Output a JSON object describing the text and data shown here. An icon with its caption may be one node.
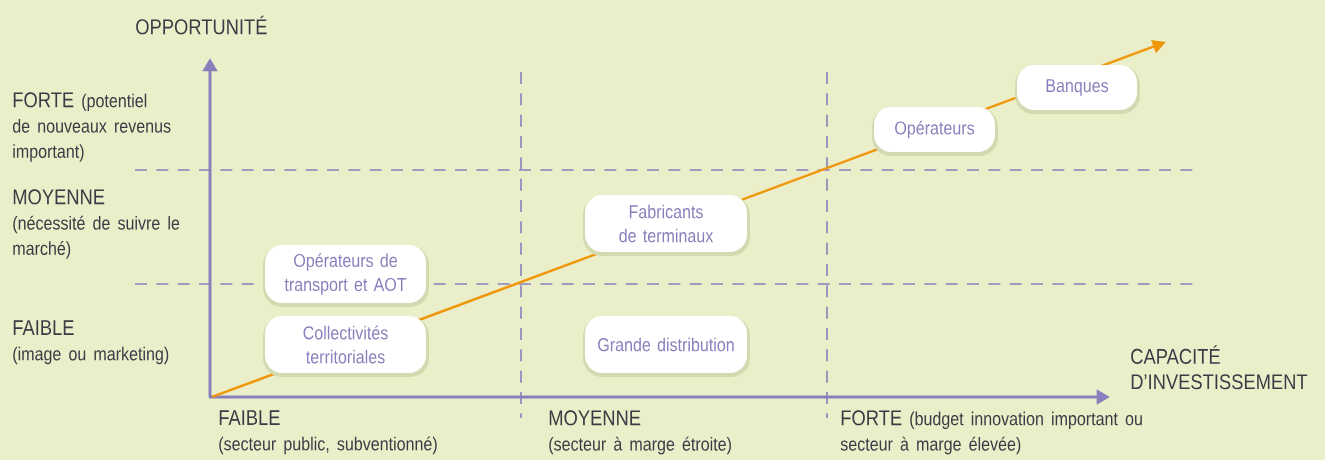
{
  "diagram": {
    "nodes": [
      {
        "text": [
          "Opérateurs de transport et AOT"
        ]
      },
      {
        "text": [
          "Collectivités territoriales"
        ]
      },
      {
        "text": [
          "Fabricants de terminaux"
        ]
      },
      {
        "text": [
          "Grande distribution"
        ]
      },
      {
        "text": [
          "Opérateurs"
        ]
      },
      {
        "text": [
          "Banques"
        ]
      }
    ],
    "labels": [
      "OPPORTUNITÉ",
      "FORTE",
      "(potentiel de nouveaux revenus important)",
      "MOYENNE",
      "(nécessité de suivre le marché)",
      "FAIBLE",
      "(image ou marketing)",
      "CAPACITÉ D’INVESTISSEMENT",
      "FAIBLE",
      "(secteur public, subventionné)",
      "MOYENNE",
      "(secteur à marge étroite)",
      "FORTE",
      "(budget innovation important ou secteur à marge élevée)"
    ]
  }
}
